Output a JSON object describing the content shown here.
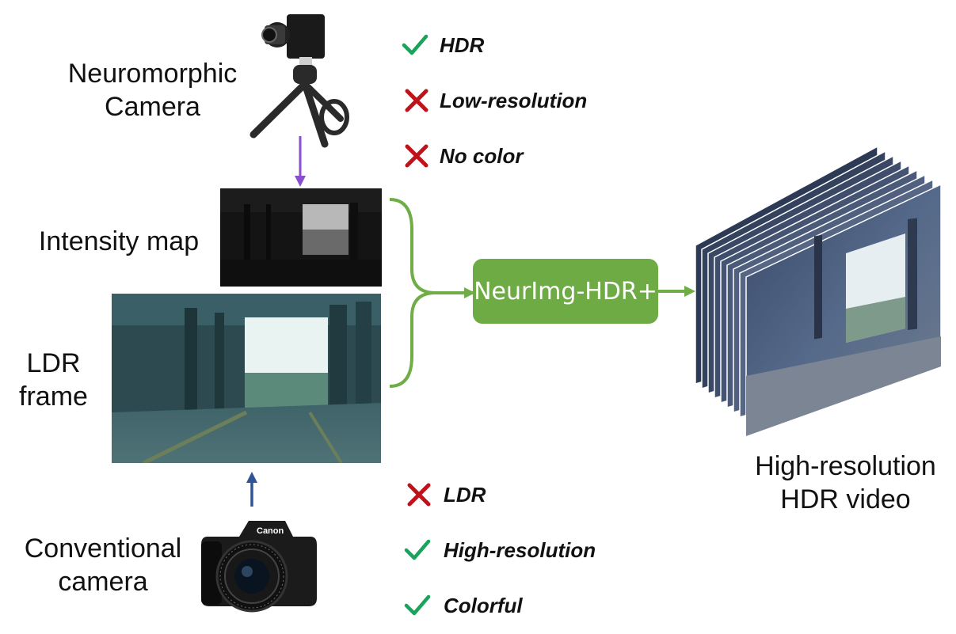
{
  "labels": {
    "neuromorphic_camera": "Neuromorphic\nCamera",
    "intensity_map": "Intensity map",
    "ldr_frame": "LDR\nframe",
    "conventional_camera": "Conventional\ncamera",
    "output": "High-resolution\nHDR video"
  },
  "process_box": "NeurImg-HDR+",
  "neuromorphic_properties": [
    {
      "mark": "check",
      "text": "HDR"
    },
    {
      "mark": "cross",
      "text": "Low-resolution"
    },
    {
      "mark": "cross",
      "text": "No color"
    }
  ],
  "conventional_properties": [
    {
      "mark": "cross",
      "text": "LDR"
    },
    {
      "mark": "check",
      "text": "High-resolution"
    },
    {
      "mark": "check",
      "text": "Colorful"
    }
  ],
  "camera_brand": "Canon",
  "colors": {
    "check": "#1aa35a",
    "cross": "#c0121a",
    "green_flow": "#70ad47",
    "purple_arrow": "#8a4fd1",
    "blue_arrow": "#2f5597"
  }
}
